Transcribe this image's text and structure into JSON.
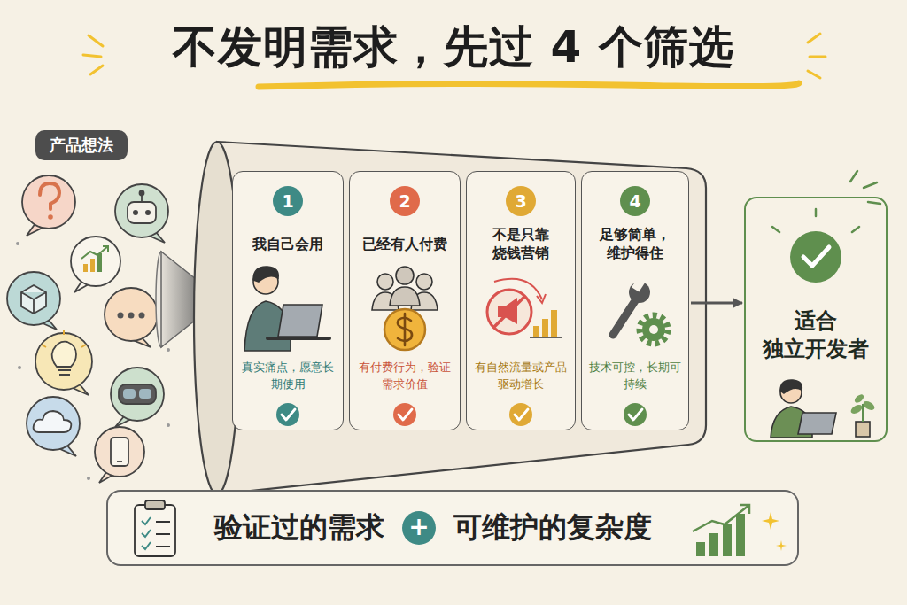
{
  "diagram": {
    "title": "不发明需求，先过 4 个筛选",
    "nodes": [
      {
        "text": [
          "产品想法"
        ]
      },
      {
        "text": [
          "1",
          "我自己会用",
          "真实痛点，愿意长期使用"
        ]
      },
      {
        "text": [
          "2",
          "已经有人付费",
          "有付费行为，验证需求价值"
        ]
      },
      {
        "text": [
          "3",
          "不是只靠烧钱营销",
          "有自然流量或产品驱动增长"
        ]
      },
      {
        "text": [
          "4",
          "足够简单，维护得住",
          "技术可控，长期可持续"
        ]
      },
      {
        "text": [
          "适合 独立开发者"
        ]
      },
      {
        "text": [
          "验证过的需求",
          "+",
          "可维护的复杂度"
        ]
      }
    ],
    "edges": [
      {
        "from": 4,
        "to": 5,
        "arrow": "to"
      }
    ]
  }
}
